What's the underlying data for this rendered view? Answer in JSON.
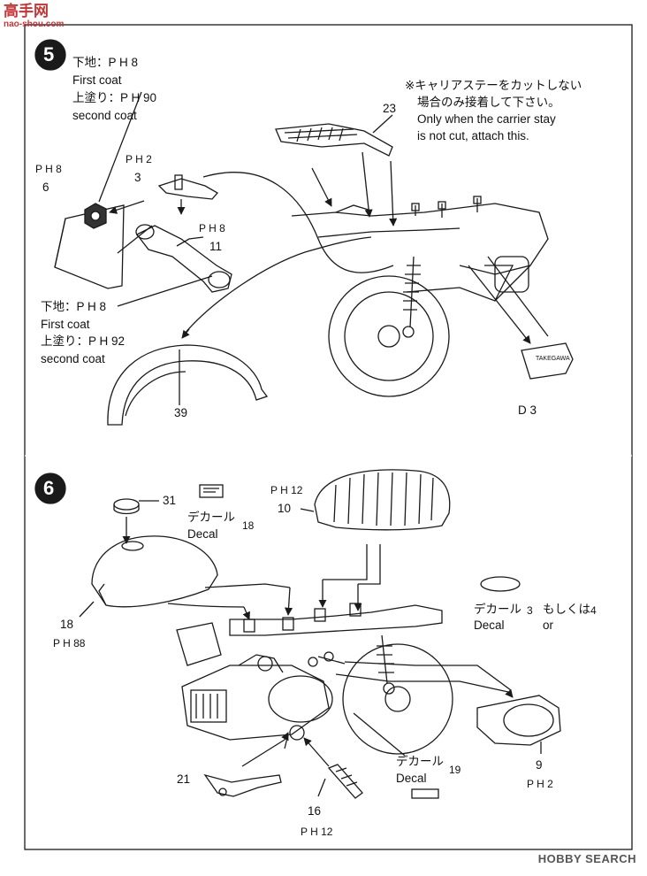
{
  "watermark": {
    "site_cn": "高手网",
    "site_url": "nao-shou.com",
    "hobby_logo": "HOBBY SEARCH"
  },
  "step5": {
    "number": "5",
    "paint_ph8": "P H 8",
    "first_coat_jp_1": "下地：P H 8",
    "first_coat_en_1": "First coat",
    "second_coat_jp_1": "上塗り：P H 90",
    "second_coat_en_1": "second coat",
    "part6_paint": "P H 8",
    "part6": "6",
    "part3_paint": "P H 2",
    "part3": "3",
    "part11_paint": "P H 8",
    "part11": "11",
    "first_coat_jp_2": "下地：P H 8",
    "first_coat_en_2": "First coat",
    "second_coat_jp_2": "上塗り：P H 92",
    "second_coat_en_2": "second coat",
    "part23": "23",
    "note_jp_1": "※キャリアステーをカットしない",
    "note_jp_2": "場合のみ接着して下さい。",
    "note_en_1": "Only when the carrier stay",
    "note_en_2": "is not cut, attach this.",
    "part39": "39",
    "part_d3": "D 3",
    "brand_badge": "TAKEGAWA"
  },
  "step6": {
    "number": "6",
    "part31": "31",
    "decal_jp_18": "デカール",
    "decal_en_18": "Decal",
    "decal_num_18": "18",
    "part10_paint": "P H 12",
    "part10": "10",
    "part18": "18",
    "part18_paint": "P H 88",
    "decal_jp_3": "デカール",
    "decal_opt3": "3",
    "decal_or_jp": "もしくは",
    "decal_opt4": "4",
    "decal_en_3": "Decal",
    "decal_or_en": "or",
    "part9": "9",
    "part9_paint": "P H 2",
    "decal_jp_19": "デカール",
    "decal_en_19": "Decal",
    "decal_num_19": "19",
    "part21": "21",
    "part16": "16",
    "part16_paint": "P H 12"
  },
  "colors": {
    "ink": "#1a1a1a",
    "paper": "#ffffff",
    "step_badge": "#1a1a1a",
    "watermark_red": "#c73434"
  }
}
